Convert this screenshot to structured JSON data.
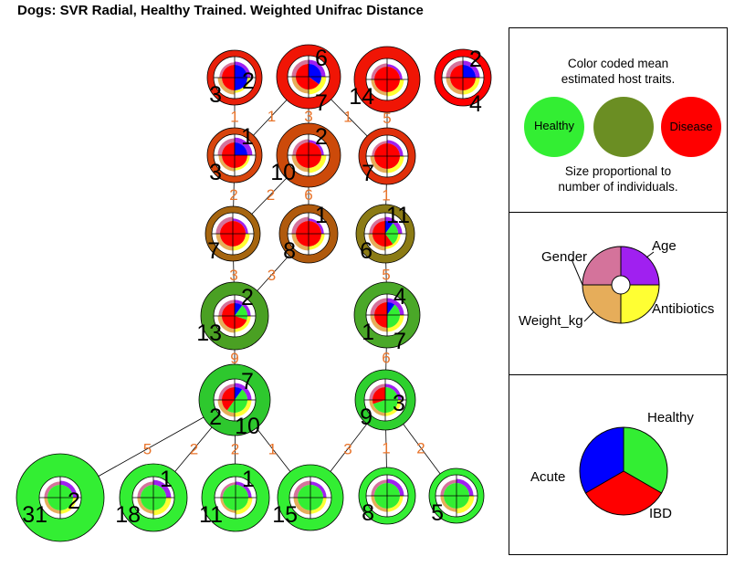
{
  "title": "Dogs: SVR Radial, Healthy Trained. Weighted Unifrac Distance",
  "colors": {
    "healthy": "#33ee33",
    "mid": "#6b8e23",
    "disease": "#ff0000",
    "gender": "#d4739b",
    "age": "#a020f0",
    "antibiotics": "#ffff33",
    "weight": "#e6ad5a",
    "acute": "#0000ff",
    "ibd": "#ff0000",
    "edge_label": "#e8742b"
  },
  "legend_traits": {
    "line1": "Color coded mean",
    "line2": "estimated host traits.",
    "healthy_label": "Healthy",
    "disease_label": "Disease",
    "size_line1": "Size proportional to",
    "size_line2": "number of individuals."
  },
  "legend_key": {
    "gender": "Gender",
    "age": "Age",
    "weight": "Weight_kg",
    "antibiotics": "Antibiotics"
  },
  "legend_category": {
    "healthy": "Healthy",
    "acute": "Acute",
    "ibd": "IBD"
  },
  "nodes": [
    {
      "id": "r0a",
      "ring": "#e8200a",
      "label_left": "3",
      "label_right": "2",
      "gender": 0.3,
      "age": 0.4,
      "anti": 0.3,
      "weight": 0.5,
      "acute": 0.5,
      "ibd": 0.5,
      "healthy": 0
    },
    {
      "id": "r0b",
      "ring": "#f01505",
      "label_top": "6",
      "label_bottom": "7",
      "gender": 0.5,
      "age": 0.5,
      "anti": 0.6,
      "weight": 0.5,
      "acute": 0.35,
      "ibd": 0.65,
      "healthy": 0
    },
    {
      "id": "r0c",
      "ring": "#f01505",
      "label_left": "14",
      "gender": 0.4,
      "age": 0.3,
      "anti": 0.5,
      "weight": 0.4,
      "acute": 0,
      "ibd": 1,
      "healthy": 0
    },
    {
      "id": "r0d",
      "ring": "#ff0000",
      "label_top": "2",
      "label_bottom": "4",
      "gender": 0.5,
      "age": 0.5,
      "anti": 0.5,
      "weight": 0.5,
      "acute": 0.25,
      "ibd": 0.75,
      "healthy": 0
    },
    {
      "id": "r1a",
      "ring": "#d8450d",
      "label_top": "1",
      "label_left": "3",
      "gender": 0.5,
      "age": 0.6,
      "anti": 0.3,
      "weight": 0.4,
      "acute": 0.25,
      "ibd": 0.75,
      "healthy": 0
    },
    {
      "id": "r1b",
      "ring": "#cc4a0a",
      "label_top": "2",
      "label_left": "10",
      "gender": 0.4,
      "age": 0.3,
      "anti": 0.6,
      "weight": 0.5,
      "acute": 0,
      "ibd": 1,
      "healthy": 0
    },
    {
      "id": "r1c",
      "ring": "#e0300a",
      "label_left": "7",
      "gender": 0.3,
      "age": 0.4,
      "anti": 0.5,
      "weight": 0.5,
      "acute": 0,
      "ibd": 1,
      "healthy": 0
    },
    {
      "id": "r2a",
      "ring": "#a6650f",
      "label_left": "7",
      "gender": 0.5,
      "age": 0.3,
      "anti": 0.5,
      "weight": 0.5,
      "acute": 0,
      "ibd": 1,
      "healthy": 0
    },
    {
      "id": "r2b",
      "ring": "#b05a0d",
      "label_top": "1",
      "label_left": "8",
      "gender": 0.5,
      "age": 0.3,
      "anti": 0.4,
      "weight": 0.5,
      "acute": 0,
      "ibd": 1,
      "healthy": 0
    },
    {
      "id": "r2c",
      "ring": "#8b7b15",
      "label_top": "11",
      "label_left": "6",
      "gender": 0.4,
      "age": 0.5,
      "anti": 0.3,
      "weight": 0.5,
      "acute": 0.1,
      "ibd": 0.6,
      "healthy": 0.3
    },
    {
      "id": "r3a",
      "ring": "#4aa023",
      "label_top": "2",
      "label_left": "13",
      "gender": 0.4,
      "age": 0.4,
      "anti": 0.4,
      "weight": 0.5,
      "acute": 0.1,
      "ibd": 0.7,
      "healthy": 0.2
    },
    {
      "id": "r3b",
      "ring": "#4aa828",
      "label_top": "4",
      "label_left": "1",
      "label_bottom": "7",
      "gender": 0.5,
      "age": 0.5,
      "anti": 0.5,
      "weight": 0.5,
      "acute": 0.1,
      "ibd": 0.5,
      "healthy": 0.4
    },
    {
      "id": "r4a",
      "ring": "#2ec82e",
      "label_top": "7",
      "label_left": "2",
      "label_bottom": "10",
      "gender": 0.4,
      "age": 0.5,
      "anti": 0.5,
      "weight": 0.5,
      "acute": 0.1,
      "ibd": 0.4,
      "healthy": 0.5
    },
    {
      "id": "r4b",
      "ring": "#2ed02e",
      "label_left": "9",
      "label_right": "3",
      "gender": 0.4,
      "age": 0.4,
      "anti": 0.4,
      "weight": 0.4,
      "acute": 0,
      "ibd": 0.3,
      "healthy": 0.7
    },
    {
      "id": "r5a",
      "ring": "#33ee33",
      "label_left": "31",
      "label_right": "2",
      "gender": 0.4,
      "age": 0.5,
      "anti": 0.4,
      "weight": 0.4,
      "acute": 0,
      "ibd": 0,
      "healthy": 1
    },
    {
      "id": "r5b",
      "ring": "#33ee33",
      "label_top": "1",
      "label_left": "18",
      "gender": 0.4,
      "age": 0.6,
      "anti": 0.6,
      "weight": 0.4,
      "acute": 0,
      "ibd": 0,
      "healthy": 1
    },
    {
      "id": "r5c",
      "ring": "#33ee33",
      "label_top": "1",
      "label_left": "11",
      "gender": 0.3,
      "age": 0.4,
      "anti": 0.5,
      "weight": 0.3,
      "acute": 0,
      "ibd": 0,
      "healthy": 1
    },
    {
      "id": "r5d",
      "ring": "#33ee33",
      "label_left": "15",
      "gender": 0.5,
      "age": 0.4,
      "anti": 0.4,
      "weight": 0.5,
      "acute": 0,
      "ibd": 0,
      "healthy": 1
    },
    {
      "id": "r5e",
      "ring": "#33ee33",
      "label_left": "8",
      "gender": 0.4,
      "age": 0.5,
      "anti": 0.4,
      "weight": 0.4,
      "acute": 0,
      "ibd": 0,
      "healthy": 1
    },
    {
      "id": "r5f",
      "ring": "#33ee33",
      "label_left": "5",
      "gender": 0.4,
      "age": 0.5,
      "anti": 0.6,
      "weight": 0.4,
      "acute": 0,
      "ibd": 0,
      "healthy": 1
    }
  ],
  "edges": [
    {
      "from": "r0a",
      "to": "r1a",
      "label": "1"
    },
    {
      "from": "r0b",
      "to": "r1a",
      "label": "1"
    },
    {
      "from": "r0b",
      "to": "r1b",
      "label": "3"
    },
    {
      "from": "r0b",
      "to": "r1c",
      "label": "1"
    },
    {
      "from": "r0c",
      "to": "r1c",
      "label": "5"
    },
    {
      "from": "r1a",
      "to": "r2a",
      "label": "2"
    },
    {
      "from": "r1b",
      "to": "r2a",
      "label": "2"
    },
    {
      "from": "r1b",
      "to": "r2b",
      "label": "6"
    },
    {
      "from": "r1c",
      "to": "r2c",
      "label": "1"
    },
    {
      "from": "r2a",
      "to": "r3a",
      "label": "3"
    },
    {
      "from": "r2b",
      "to": "r3a",
      "label": "3"
    },
    {
      "from": "r2c",
      "to": "r3b",
      "label": "5"
    },
    {
      "from": "r3a",
      "to": "r4a",
      "label": "9"
    },
    {
      "from": "r3b",
      "to": "r4b",
      "label": "6"
    },
    {
      "from": "r4a",
      "to": "r5a",
      "label": "5"
    },
    {
      "from": "r4a",
      "to": "r5b",
      "label": "2"
    },
    {
      "from": "r4a",
      "to": "r5c",
      "label": "2"
    },
    {
      "from": "r4a",
      "to": "r5d",
      "label": "1"
    },
    {
      "from": "r4b",
      "to": "r5d",
      "label": "3"
    },
    {
      "from": "r4b",
      "to": "r5e",
      "label": "1"
    },
    {
      "from": "r4b",
      "to": "r5f",
      "label": "2"
    }
  ]
}
